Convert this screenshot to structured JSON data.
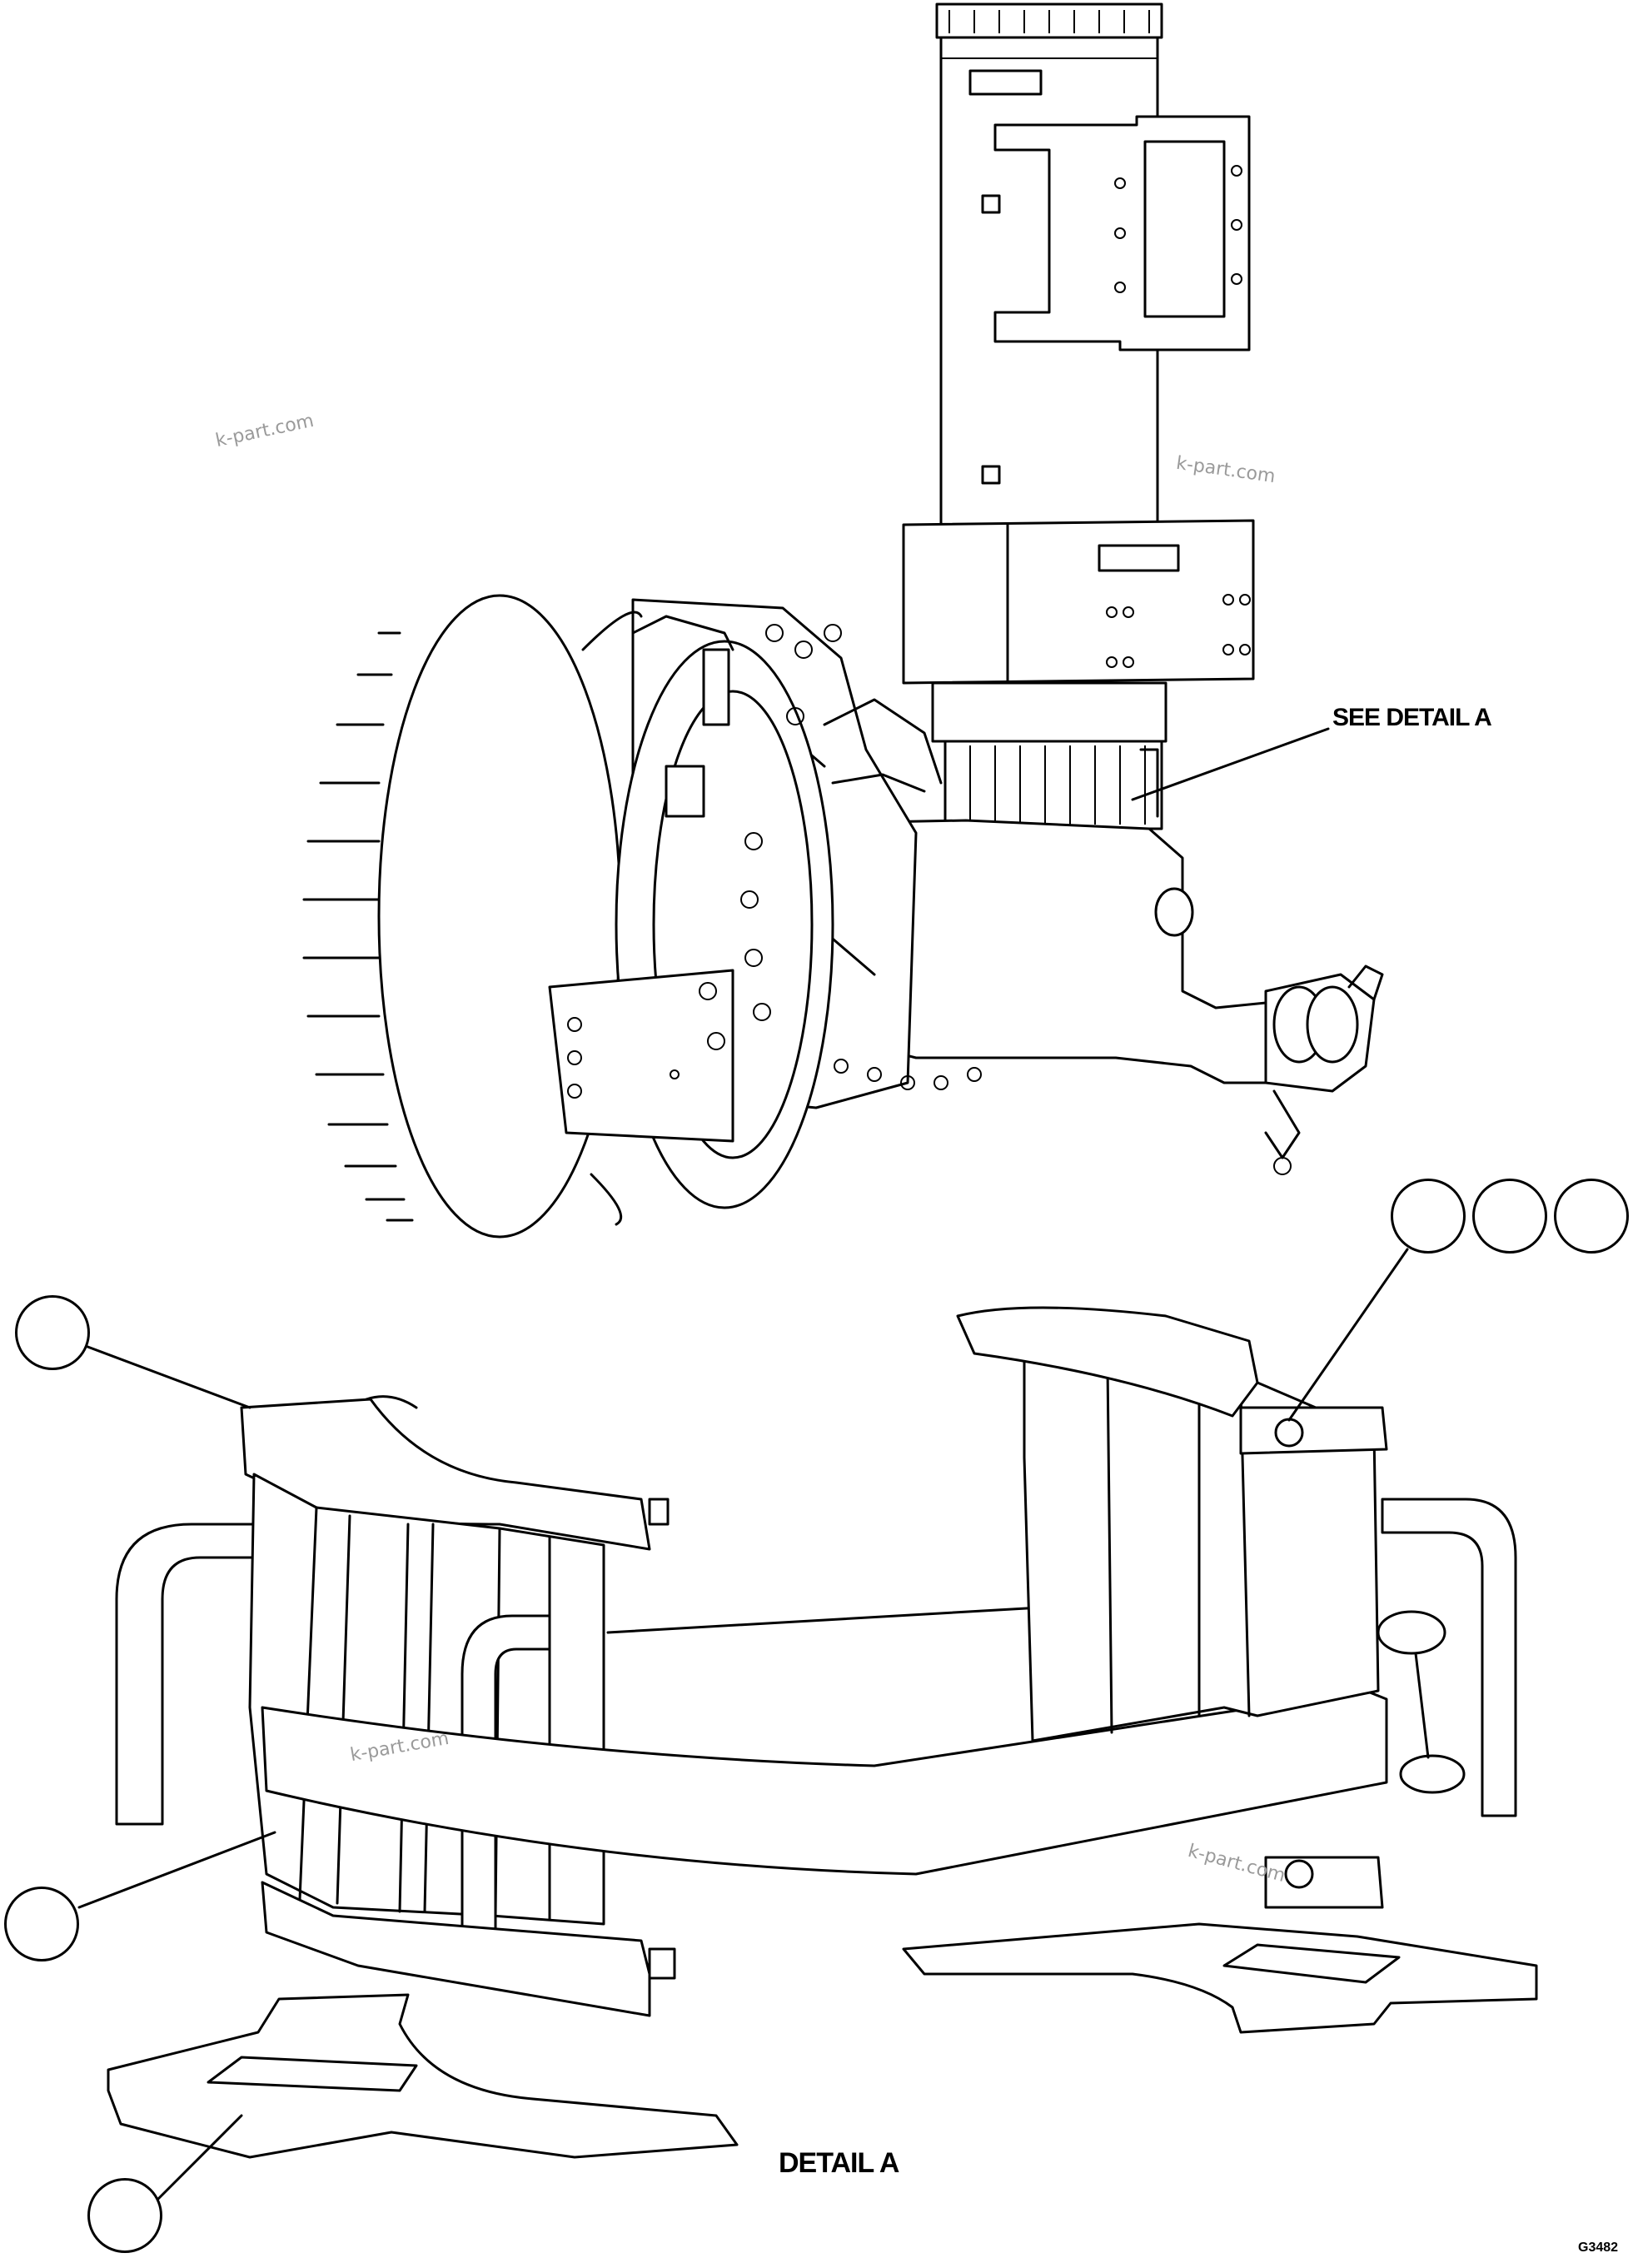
{
  "labels": {
    "see_detail": "SEE DETAIL A",
    "detail_title": "DETAIL A",
    "figure_code": "G3482"
  },
  "watermarks": [
    "k-part.com",
    "k-part.com",
    "k-part.com",
    "k-part.com"
  ],
  "callouts": [
    "",
    "",
    "",
    "",
    "",
    ""
  ]
}
